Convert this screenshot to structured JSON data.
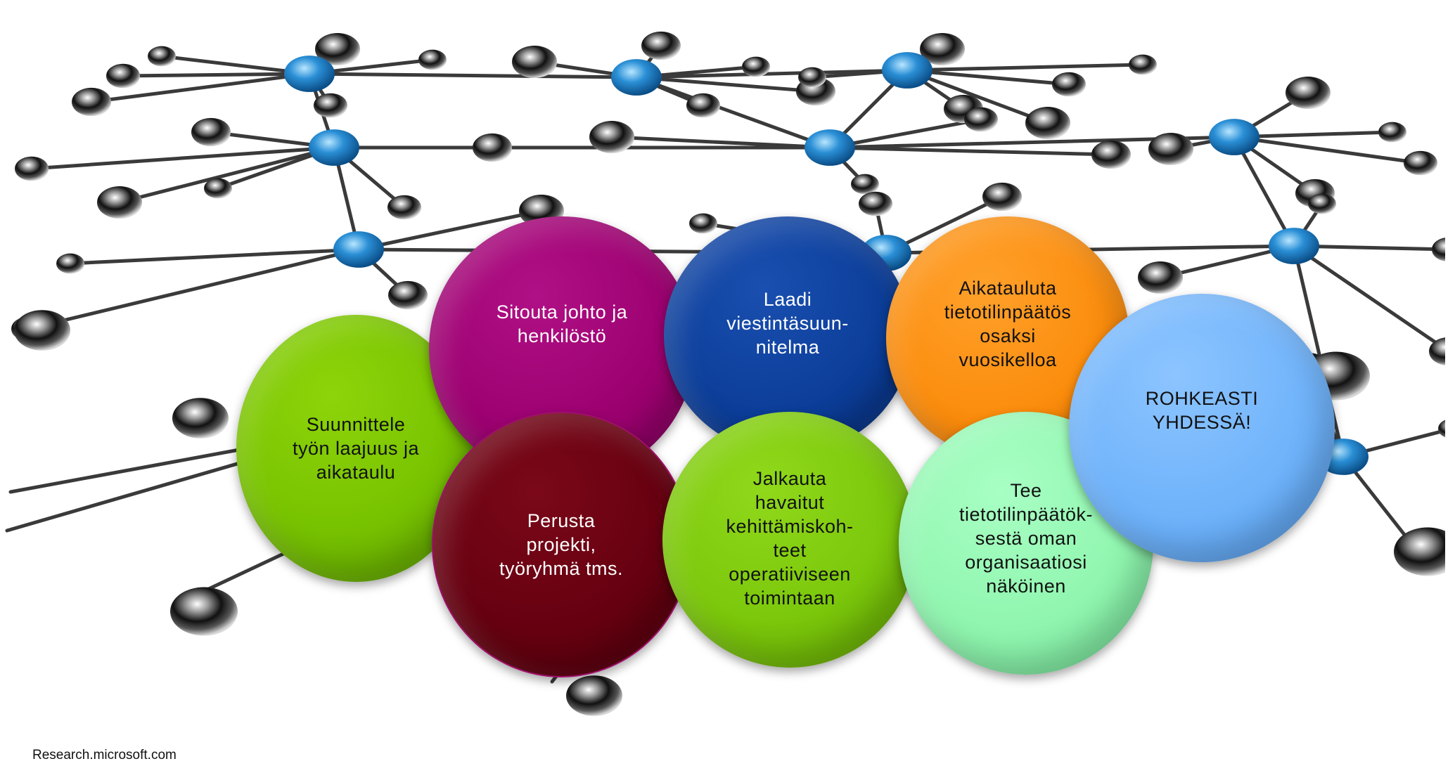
{
  "diagram": {
    "circles": [
      {
        "id": "plan",
        "label": "Suunnittele\ntyön laajuus ja\naikataulu"
      },
      {
        "id": "commit",
        "label": "Sitouta johto ja\nhenkilöstö"
      },
      {
        "id": "comms",
        "label": "Laadi\nviestintäsuun-\nnitelma"
      },
      {
        "id": "schedule",
        "label": "Aikatauluta\ntietotilinpäätös\nosaksi\nvuosikelloa"
      },
      {
        "id": "project",
        "label": "Perusta\nprojekti,\ntyöryhmä tms."
      },
      {
        "id": "deploy",
        "label": "Jalkauta\nhavaitut\nkehittämiskoh-\nteet\noperatiiviseen\ntoimintaan"
      },
      {
        "id": "own",
        "label": "Tee\ntietotilinpäätök-\nsestä oman\norganisaatiosi\nnäköinen"
      },
      {
        "id": "bold",
        "label": "ROHKEASTI\nYHDESSÄ!"
      }
    ]
  },
  "credit": "Research.microsoft.com",
  "colors": {
    "green": "#78c300",
    "purple": "#9b006f",
    "navy": "#0b3d98",
    "orange": "#fb8c0c",
    "maroon": "#650010",
    "lime": "#7cc80c",
    "mint": "#8ff5ae",
    "blue": "#6eb2fa",
    "hub": "#2a8fd6",
    "chrome": "#1a1a1a"
  }
}
